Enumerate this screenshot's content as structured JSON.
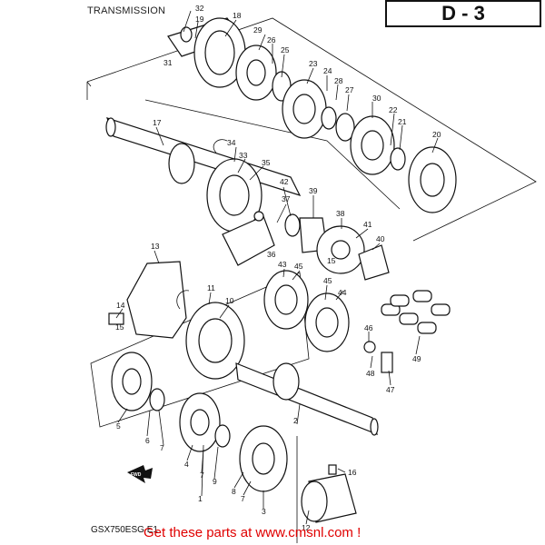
{
  "header": {
    "title": "TRANSMISSION",
    "page_code": "D - 3"
  },
  "footer": {
    "model_code": "GSX750ESG E1",
    "cta": "Get these parts at www.cmsnl.com !"
  },
  "fwd_arrow_label": "FWD",
  "callouts": [
    {
      "n": "1"
    },
    {
      "n": "2"
    },
    {
      "n": "3"
    },
    {
      "n": "4"
    },
    {
      "n": "5"
    },
    {
      "n": "6"
    },
    {
      "n": "7"
    },
    {
      "n": "8"
    },
    {
      "n": "9"
    },
    {
      "n": "10"
    },
    {
      "n": "11"
    },
    {
      "n": "12"
    },
    {
      "n": "13"
    },
    {
      "n": "14"
    },
    {
      "n": "15"
    },
    {
      "n": "16"
    },
    {
      "n": "17"
    },
    {
      "n": "18"
    },
    {
      "n": "19"
    },
    {
      "n": "20"
    },
    {
      "n": "21"
    },
    {
      "n": "22"
    },
    {
      "n": "23"
    },
    {
      "n": "24"
    },
    {
      "n": "25"
    },
    {
      "n": "26"
    },
    {
      "n": "27"
    },
    {
      "n": "28"
    },
    {
      "n": "29"
    },
    {
      "n": "30"
    },
    {
      "n": "31"
    },
    {
      "n": "32"
    },
    {
      "n": "33"
    },
    {
      "n": "34"
    },
    {
      "n": "35"
    },
    {
      "n": "36"
    },
    {
      "n": "37"
    },
    {
      "n": "38"
    },
    {
      "n": "39"
    },
    {
      "n": "40"
    },
    {
      "n": "41"
    },
    {
      "n": "42"
    },
    {
      "n": "43"
    },
    {
      "n": "44"
    },
    {
      "n": "45"
    },
    {
      "n": "45"
    },
    {
      "n": "46"
    },
    {
      "n": "47"
    },
    {
      "n": "48"
    },
    {
      "n": "49"
    }
  ]
}
